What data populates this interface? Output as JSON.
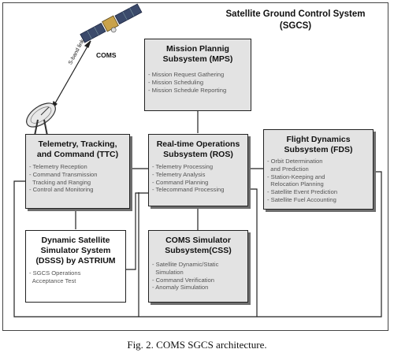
{
  "system_title": "Satellite Ground Control System\n(SGCS)",
  "satellite_label": "COMS",
  "link_label": "S-band link",
  "boxes": {
    "mps": {
      "title": "Mission Plannig\nSubsystem (MPS)",
      "items": "- Mission Request Gathering\n- Mission Scheduling\n- Mission Schedule Reporting"
    },
    "ttc": {
      "title": "Telemetry, Tracking,\nand Command (TTC)",
      "items": "- Telemetry Reception\n- Command Transmission\n  Tracking and Ranging\n- Control and Monitoring"
    },
    "ros": {
      "title": "Real-time Operations\nSubsystem (ROS)",
      "items": "- Telemetry Processing\n- Telemetry Analysis\n- Command Planning\n- Telecommand Processing"
    },
    "fds": {
      "title": "Flight Dynamics\nSubsystem (FDS)",
      "items": "- Orbit Determination\n  and Prediction\n- Station-Keeping and\n  Relocation Planning\n- Satellite Event Prediction\n- Satellite Fuel Accounting"
    },
    "dsss": {
      "title": "Dynamic Satellite\nSimulator System\n(DSSS) by ASTRIUM",
      "items": "- SGCS Operations\n  Acceptance Test"
    },
    "css": {
      "title": "COMS Simulator\nSubsystem(CSS)",
      "items": "- Satellite Dynamic/Static\n  Simulation\n- Command Verification\n- Anomaly Simulation"
    }
  },
  "caption": "Fig. 2. COMS SGCS architecture."
}
